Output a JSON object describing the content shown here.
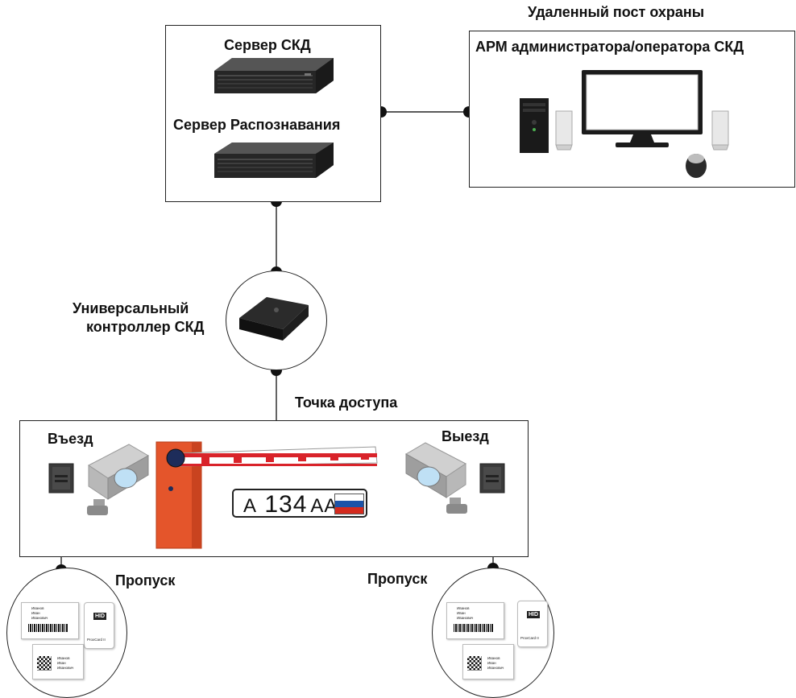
{
  "remote_post": {
    "title": "Удаленный пост охраны",
    "workstation_label": "АРМ администратора/оператора СКД"
  },
  "server_box": {
    "acs_server_label": "Сервер СКД",
    "recognition_server_label": "Сервер Распознавания"
  },
  "controller": {
    "label_line1": "Универсальный",
    "label_line2": "контроллер СКД"
  },
  "access_point": {
    "label": "Точка доступа",
    "entry_label": "Въезд",
    "exit_label": "Выезд",
    "plate": {
      "letter": "A",
      "number": "134",
      "series": "AA"
    }
  },
  "passes": {
    "left_label": "Пропуск",
    "right_label": "Пропуск",
    "card_name_lines": [
      "Иванов",
      "Иван",
      "Иванович"
    ],
    "card_brand": "HID",
    "card_product": "ProxCard II"
  },
  "colors": {
    "barrier_orange": "#e4552b",
    "arm_red": "#d9232a",
    "flag_white": "#ffffff",
    "flag_blue": "#1c53a8",
    "flag_red": "#d52b1e",
    "line": "#222222"
  },
  "icons": [
    "server-icon",
    "controller-icon",
    "pc-tower-icon",
    "monitor-icon",
    "speaker-icon",
    "mouse-icon",
    "camera-icon",
    "card-reader-icon",
    "barrier-icon",
    "license-plate",
    "access-card-icon"
  ]
}
